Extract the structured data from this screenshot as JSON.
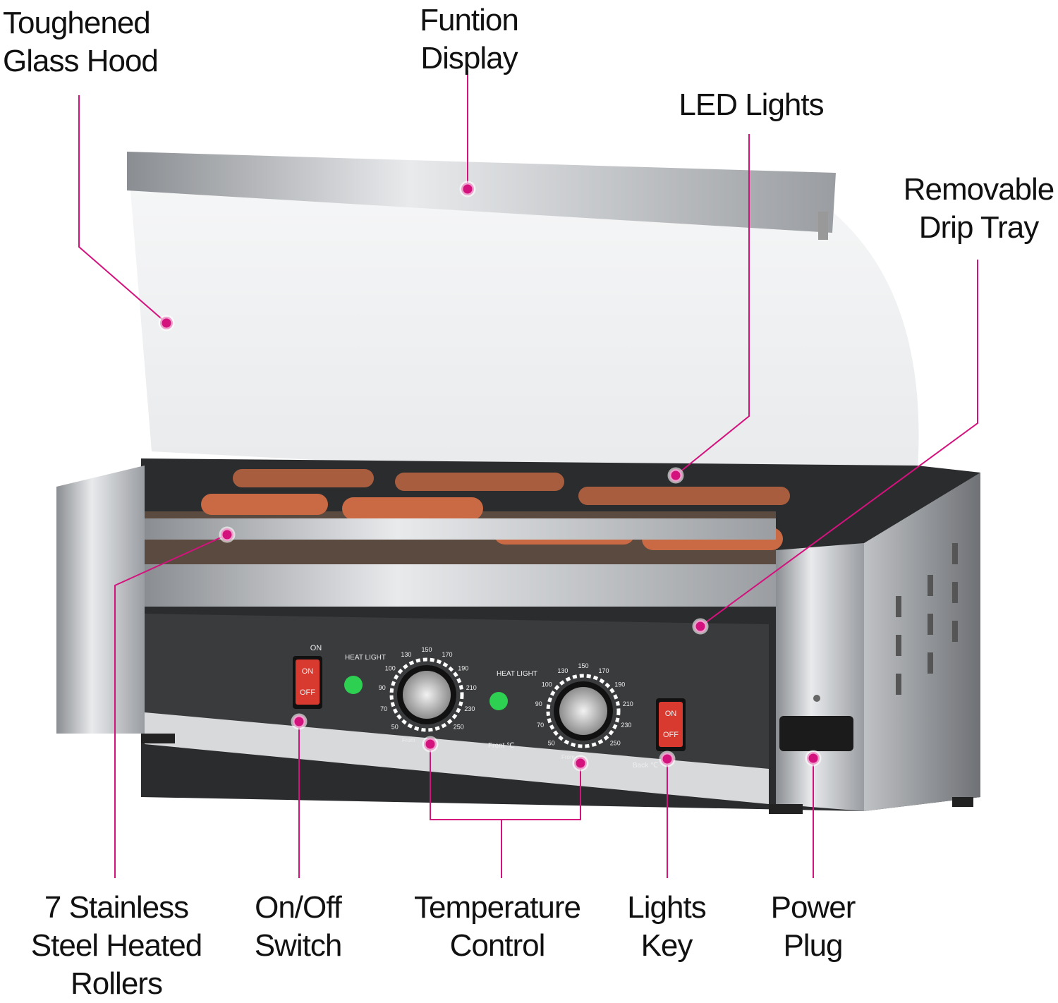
{
  "accent_color": "#d3127d",
  "callouts": {
    "glass_hood": [
      "Toughened",
      "Glass Hood"
    ],
    "function_display": [
      "Funtion",
      "Display"
    ],
    "led_lights": [
      "LED Lights"
    ],
    "drip_tray": [
      "Removable",
      "Drip Tray"
    ],
    "rollers": [
      "7 Stainless",
      "Steel Heated",
      "Rollers"
    ],
    "on_off": [
      "On/Off",
      "Switch"
    ],
    "temperature": [
      "Temperature",
      "Control"
    ],
    "lights_key": [
      "Lights",
      "Key"
    ],
    "power_plug": [
      "Power",
      "Plug"
    ]
  },
  "panel": {
    "on_label": "ON",
    "off_label": "OFF",
    "switch_on": "ON",
    "switch_off": "OFF",
    "heat_light": "HEAT LIGHT",
    "dial_ticks": [
      "50",
      "70",
      "90",
      "100",
      "130",
      "150",
      "170",
      "190",
      "210",
      "230",
      "250"
    ],
    "front_label": "Front ℃",
    "back_label": "Back ℃",
    "from_label": "From"
  }
}
